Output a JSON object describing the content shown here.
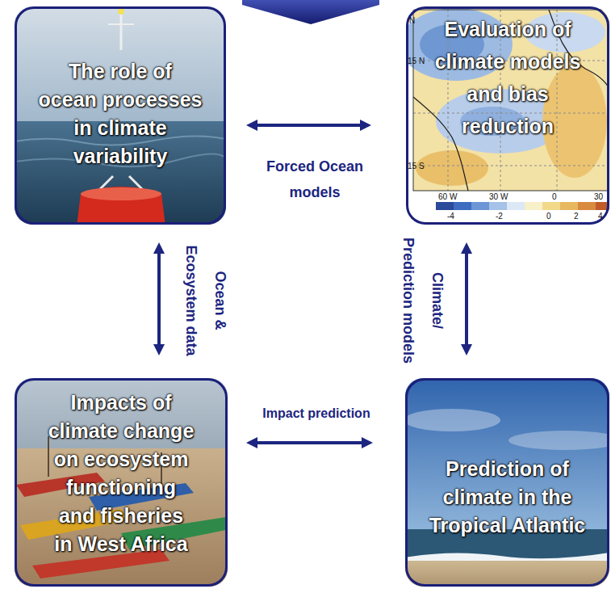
{
  "diagram": {
    "nodes": [
      {
        "text": [
          "The role of ocean processes in climate variability"
        ]
      },
      {
        "text": [
          "Evaluation of climate models and bias reduction"
        ]
      },
      {
        "text": [
          "Impacts of climate change on ecosystem functioning and fisheries in West Africa"
        ]
      },
      {
        "text": [
          "Prediction of climate in the Tropical Atlantic"
        ]
      }
    ],
    "edges": [
      {
        "from": 0,
        "to": 1,
        "label": "Forced Ocean models",
        "arrow": "both"
      },
      {
        "from": 0,
        "to": 2,
        "label": "Ocean & Ecosystem data",
        "arrow": "both"
      },
      {
        "from": 1,
        "to": 3,
        "label": "Climate/ Prediction models",
        "arrow": "both"
      },
      {
        "from": 2,
        "to": 3,
        "label": "Impact prediction",
        "arrow": "both"
      }
    ],
    "labels": [
      "N",
      "15 N",
      "15 S",
      "60 W",
      "30 W",
      "0",
      "30",
      "-4",
      "-2",
      "0",
      "2",
      "4"
    ]
  }
}
